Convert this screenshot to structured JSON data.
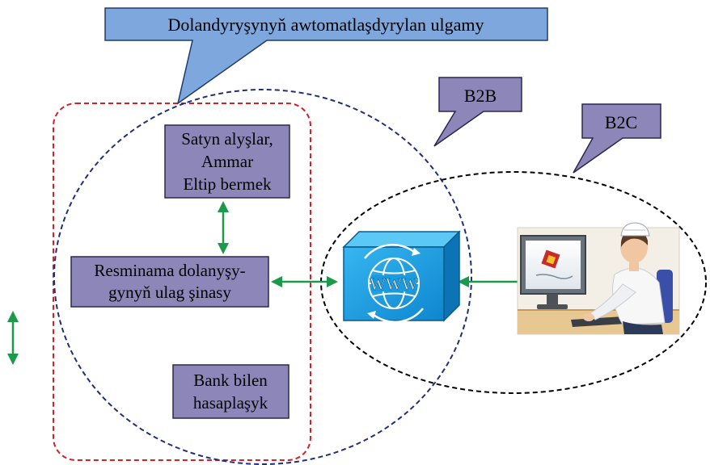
{
  "colors": {
    "callout_fill": "#7da7dd",
    "callout_stroke": "#1f3b6b",
    "box_fill": "#8c86b9",
    "box_stroke": "#2b2650",
    "red_region": "#d42027",
    "blue_region": "#1f2f7a",
    "black_region": "#000000",
    "arrow_green": "#1a9a4a",
    "www_blue": "#1a9be0"
  },
  "header_callout": {
    "label": "Dolandyryşynyň awtomatlaşdyrylan ulgamy"
  },
  "b2b_callout": {
    "label": "B2B"
  },
  "b2c_callout": {
    "label": "B2C"
  },
  "boxes": {
    "purchasing": {
      "lines": [
        "Satyn alyşlar,",
        "Ammar",
        "Eltip bermek"
      ]
    },
    "document_gateway": {
      "lines": [
        "Resminama dolanyşy-",
        "gynyň ulag şinasy"
      ]
    },
    "bank": {
      "lines": [
        "Bank bilen",
        "hasaplaşyk"
      ]
    }
  },
  "icons": {
    "web_cube": "www-globe-icon",
    "user_picture": "person-at-computer-icon",
    "legend_arrow": "double-arrow-icon"
  },
  "www_label": "WWW"
}
